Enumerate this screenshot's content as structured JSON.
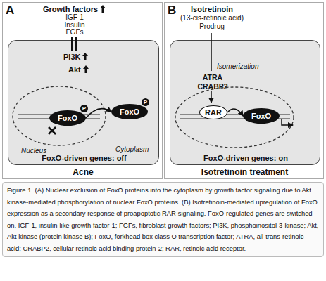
{
  "diagram": {
    "caption": "Figure 1. (A) Nuclear exclusion of FoxO proteins into the cytoplasm by growth factor signaling due to Akt kinase-mediated phosphorylation of nuclear FoxO proteins. (B) Isotretinoin-mediated upregulation of FoxO expression as a secondary response of proapoptotic RAR-signaling. FoxO-regulated genes are switched on. IGF-1, insulin-like growth factor-1; FGFs, fibroblast growth factors; PI3K, phosphoinositol-3-kinase; Akt, Akt kinase (protein kinase B); FoxO, forkhead box class O transcription factor; ATRA, all-trans-retinoic acid; CRABP2, cellular retinoic acid binding protein-2; RAR, retinoic acid receptor.",
    "nodes": [
      {
        "text": [
          "A",
          "Growth factors",
          "IGF-1 Insulin FGFs",
          "Acne"
        ]
      },
      {
        "text": [
          "PI3K",
          "Akt",
          "Nucleus",
          "Cytoplasm",
          "FoxO-driven genes: off"
        ],
        "in": 0
      },
      {
        "text": [
          "FoxO"
        ],
        "in": 1
      },
      {
        "text": [
          "FoxO"
        ],
        "in": 1
      },
      {
        "text": [
          "B",
          "Isotretinoin",
          "(13-cis-retinoic acid)",
          "Prodrug",
          "Isotretinoin treatment"
        ]
      },
      {
        "text": [
          "Isomerization",
          "ATRA",
          "CRABP2",
          "FoxO-driven genes: on"
        ],
        "in": 4
      },
      {
        "text": [
          "RAR"
        ],
        "in": 5
      },
      {
        "text": [
          "FoxO"
        ],
        "in": 5
      }
    ],
    "edges": [
      {
        "from": 2,
        "to": 3,
        "arrow": "to"
      },
      {
        "from": 6,
        "to": 7,
        "arrow": "to"
      }
    ],
    "labels": [
      "P",
      "P"
    ]
  }
}
